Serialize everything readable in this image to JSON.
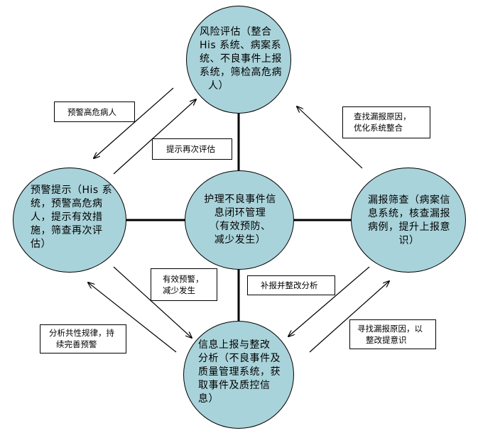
{
  "nodes": {
    "top": {
      "lines": [
        "风险评估（整合",
        "His 系统、病案系",
        "统、不良事件上报",
        "系统，筛检高危病",
        "人）"
      ]
    },
    "left": {
      "lines": [
        "预警提示（His 系",
        "统，预警高危病",
        "人，提示有效措",
        "施，筛查再次评",
        "估）"
      ]
    },
    "center": {
      "lines": [
        "护理不良事件信",
        "息闭环管理",
        "（有效预防、",
        "减少发生）"
      ]
    },
    "right": {
      "lines": [
        "漏报筛查（病案信",
        "息系统，核查漏报",
        "病例，提升上报意",
        "识）"
      ]
    },
    "bottom": {
      "lines": [
        "信息上报与整改",
        "分析（不良事件及",
        "质量管理系统，获",
        "取事件及质控信",
        "息）"
      ]
    }
  },
  "labels": {
    "warn_high_risk": {
      "lines": [
        "预警高危病人"
      ]
    },
    "prompt_reassess": {
      "lines": [
        "提示再次评估"
      ]
    },
    "find_cause_optimize": {
      "lines": [
        "查找漏报原因，",
        "优化系统整合"
      ]
    },
    "effective_warning": {
      "lines": [
        "有效预警，",
        "减少发生"
      ]
    },
    "supplement_analysis": {
      "lines": [
        "补报并整改分析"
      ]
    },
    "analyze_patterns": {
      "lines": [
        "分析共性规律，持",
        "续完善预警"
      ]
    },
    "find_cause_awareness": {
      "lines": [
        "寻找漏报原因，以",
        "整改提意识"
      ]
    }
  }
}
